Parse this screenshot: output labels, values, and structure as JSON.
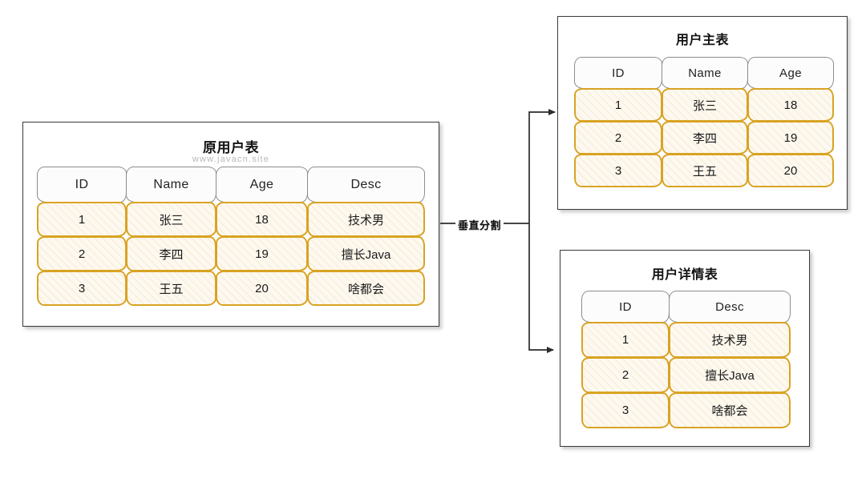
{
  "diagram": {
    "title_hidden": "",
    "connector": {
      "label": "垂直分割",
      "arrow_icon": "arrow-right-icon"
    }
  },
  "source_panel": {
    "title": "原用户表",
    "watermark": "www.javacn.site",
    "columns": [
      "ID",
      "Name",
      "Age",
      "Desc"
    ],
    "rows": [
      [
        "1",
        "张三",
        "18",
        "技术男"
      ],
      [
        "2",
        "李四",
        "19",
        "擅长Java"
      ],
      [
        "3",
        "王五",
        "20",
        "啥都会"
      ]
    ]
  },
  "main_panel": {
    "title": "用户主表",
    "columns": [
      "ID",
      "Name",
      "Age"
    ],
    "rows": [
      [
        "1",
        "张三",
        "18"
      ],
      [
        "2",
        "李四",
        "19"
      ],
      [
        "3",
        "王五",
        "20"
      ]
    ]
  },
  "detail_panel": {
    "title": "用户详情表",
    "columns": [
      "ID",
      "Desc"
    ],
    "rows": [
      [
        "1",
        "技术男"
      ],
      [
        "2",
        "擅长Java"
      ],
      [
        "3",
        "啥都会"
      ]
    ]
  },
  "colors": {
    "cell_border": "#d9a323",
    "cell_fill": "#fdf9f1",
    "header_border": "#8b8d90",
    "panel_border": "#3a3a3a",
    "text": "#1a1a1a",
    "watermark": "#b9b9b9"
  }
}
